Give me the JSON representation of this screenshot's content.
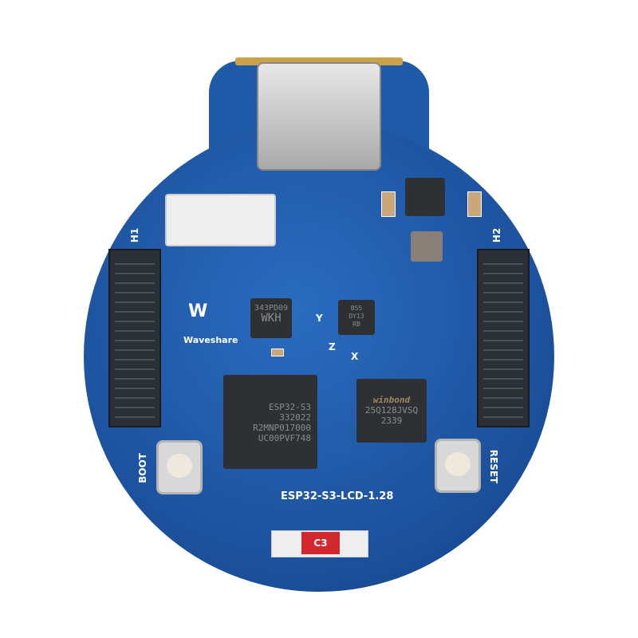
{
  "board": {
    "name": "ESP32-S3-LCD-1.28",
    "brand": "Waveshare",
    "header_left": "H1",
    "header_right": "H2",
    "boot_label": "BOOT",
    "reset_label": "RESET",
    "antenna_label": "C3",
    "axes": {
      "x": "X",
      "y": "Y",
      "z": "Z"
    }
  },
  "chips": {
    "mcu": {
      "lines": [
        "ESP32-S3",
        "332022",
        "R2MNP017000",
        "UC00PVF748"
      ]
    },
    "flash": {
      "brand": "winbond",
      "lines": [
        "25Q128JVSQ",
        "2339"
      ]
    },
    "imu": {
      "lines": [
        "343PD09",
        "WKH"
      ]
    },
    "sensor": {
      "lines": [
        "B55",
        "DY13",
        "RB"
      ]
    }
  },
  "colors": {
    "pcb": "#1f5aa8",
    "header": "#2b2f36",
    "chip": "#2e3034",
    "usb": "#c0c0c0"
  }
}
